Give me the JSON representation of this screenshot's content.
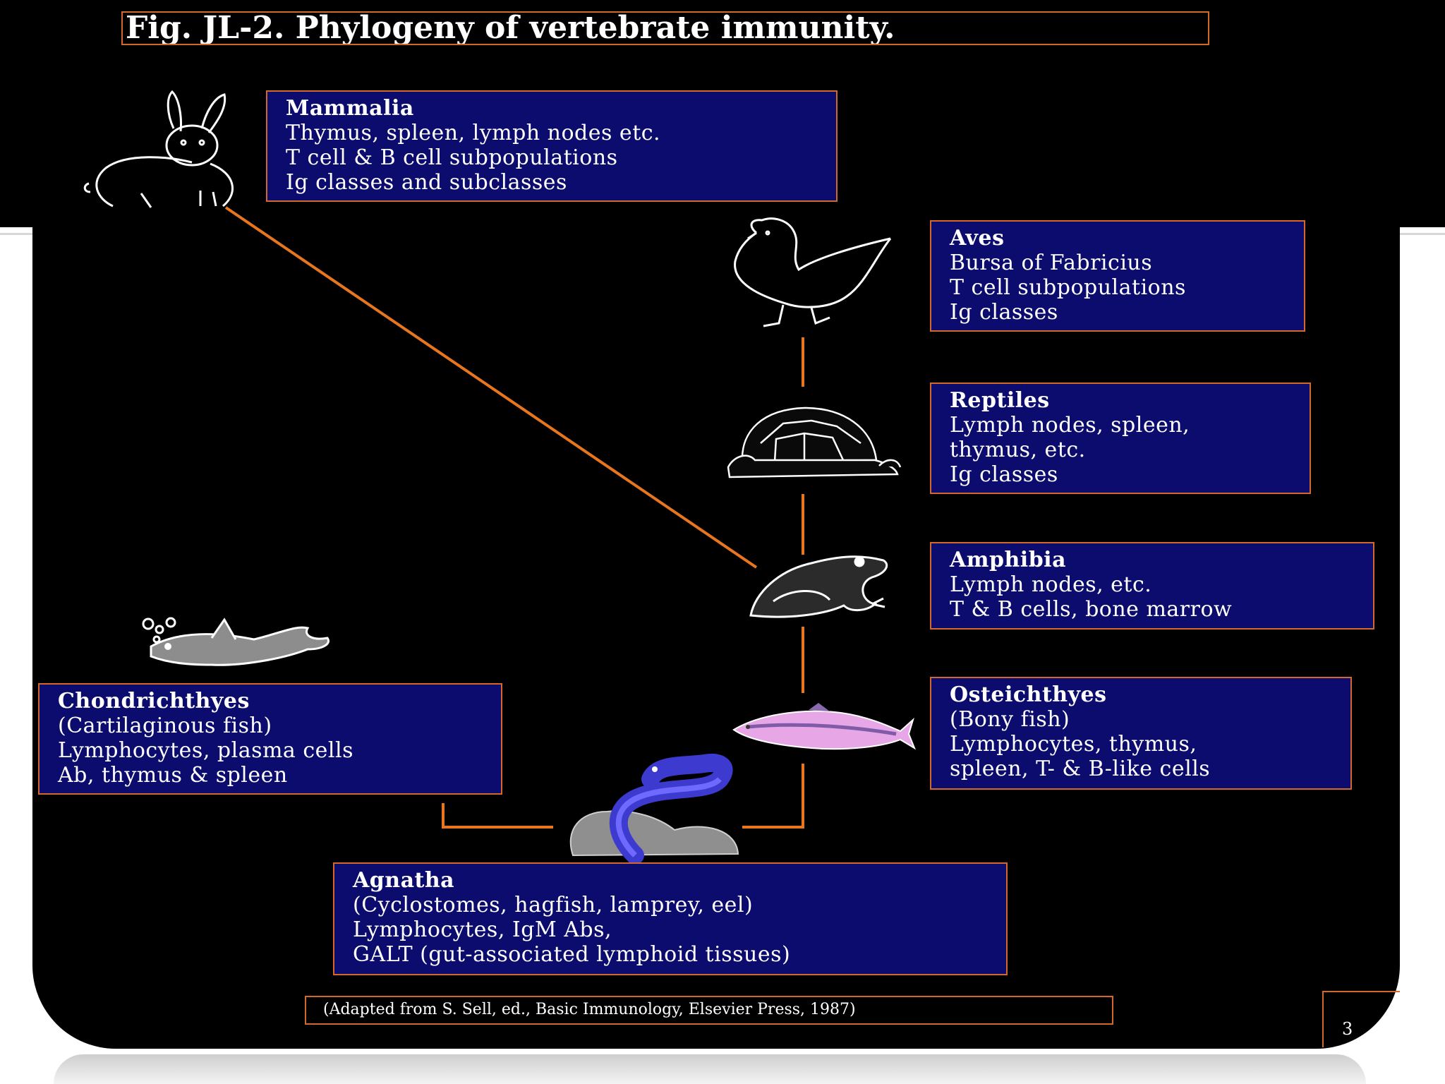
{
  "title": "Fig. JL-2.  Phylogeny of  vertebrate immunity.",
  "groups": {
    "mammalia": {
      "name": "Mammalia",
      "lines": [
        "Thymus, spleen, lymph nodes etc.",
        "T cell & B  cell subpopulations",
        "Ig classes and subclasses"
      ]
    },
    "aves": {
      "name": "Aves",
      "lines": [
        "Bursa of Fabricius",
        "T cell subpopulations",
        "Ig classes"
      ]
    },
    "reptiles": {
      "name": "Reptiles",
      "lines": [
        "Lymph nodes, spleen,",
        "thymus, etc.",
        "Ig classes"
      ]
    },
    "amphibia": {
      "name": "Amphibia",
      "lines": [
        "Lymph nodes, etc.",
        "T & B cells, bone marrow"
      ]
    },
    "osteichthyes": {
      "name": "Osteichthyes",
      "lines": [
        "(Bony fish)",
        "Lymphocytes, thymus,",
        "spleen, T- & B-like cells"
      ]
    },
    "chondrichthyes": {
      "name": "Chondrichthyes",
      "lines": [
        "(Cartilaginous fish)",
        "Lymphocytes, plasma cells",
        "Ab, thymus & spleen"
      ]
    },
    "agnatha": {
      "name": "Agnatha",
      "lines": [
        "(Cyclostomes, hagfish, lamprey, eel)",
        "Lymphocytes, IgM Abs,",
        "GALT (gut-associated lymphoid tissues)"
      ]
    }
  },
  "caption": "(Adapted from S. Sell,  ed., Basic Immunology, Elsevier  Press,  1987)",
  "page_number": "3",
  "colors": {
    "box_fill": "#0c0c6e",
    "box_border": "#d2692a",
    "connector": "#e8761e",
    "background": "#000000"
  },
  "icons": [
    "rabbit-icon",
    "chicken-icon",
    "turtle-icon",
    "frog-icon",
    "trout-icon",
    "shark-icon",
    "lamprey-icon"
  ]
}
